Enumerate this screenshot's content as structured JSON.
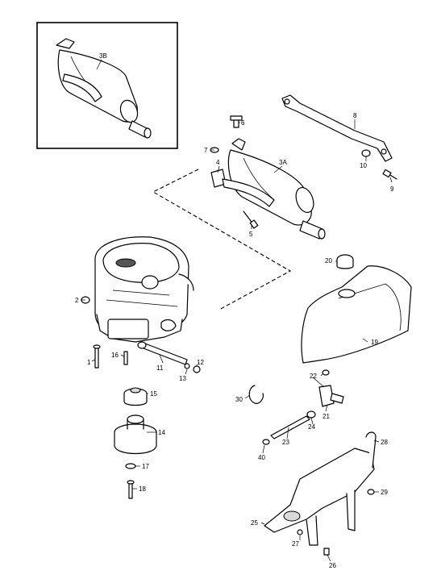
{
  "callouts": {
    "c1": "1",
    "c2": "2",
    "c3A": "3A",
    "c3B": "3B",
    "c4": "4",
    "c5": "5",
    "c6": "6",
    "c7": "7",
    "c8": "8",
    "c9": "9",
    "c10": "10",
    "c11": "11",
    "c12": "12",
    "c13": "13",
    "c14": "14",
    "c15": "15",
    "c16": "16",
    "c17": "17",
    "c18": "18",
    "c19": "19",
    "c20": "20",
    "c21": "21",
    "c22": "22",
    "c23": "23",
    "c24": "24",
    "c25": "25",
    "c26": "26",
    "c27": "27",
    "c28": "28",
    "c29": "29",
    "c30": "30",
    "c40": "40"
  }
}
